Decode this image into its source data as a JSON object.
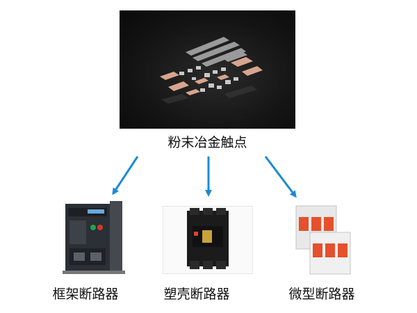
{
  "top": {
    "caption": "粉末冶金触点",
    "image_icon": "powder-metallurgy-contacts-image"
  },
  "products": [
    {
      "caption": "框架断路器",
      "image_icon": "frame-breaker-image"
    },
    {
      "caption": "塑壳断路器",
      "image_icon": "molded-case-breaker-image"
    },
    {
      "caption": "微型断路器",
      "image_icon": "miniature-breaker-image"
    }
  ],
  "colors": {
    "arrow": "#1a8bd6",
    "caption_text": "#111111"
  }
}
